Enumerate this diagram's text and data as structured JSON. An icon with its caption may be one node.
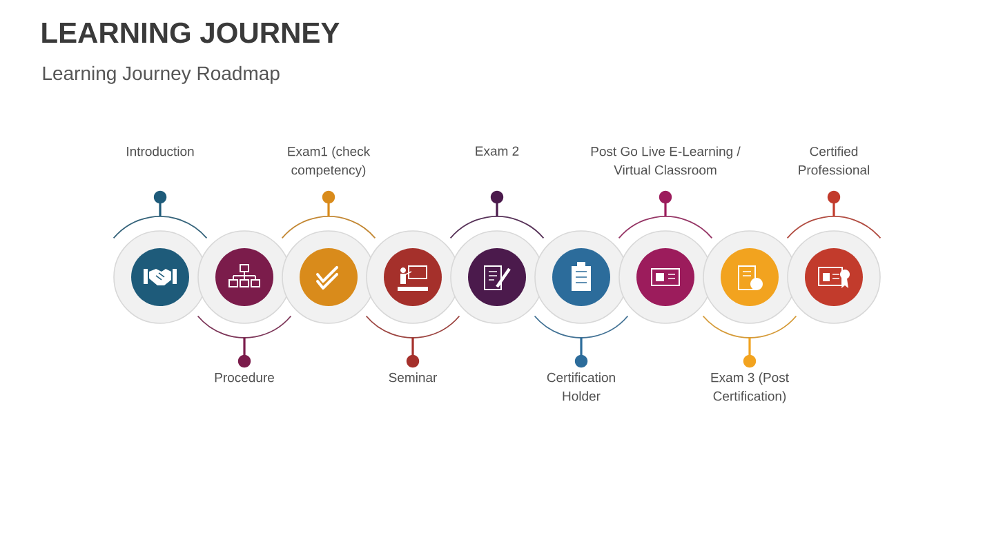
{
  "diagram": {
    "title": "LEARNING JOURNEY",
    "nodes": [
      {
        "text": [
          "Introduction"
        ]
      },
      {
        "text": [
          "Procedure"
        ]
      },
      {
        "text": [
          "Exam1 (check competency)"
        ]
      },
      {
        "text": [
          "Seminar"
        ]
      },
      {
        "text": [
          "Exam 2"
        ]
      },
      {
        "text": [
          "Certification Holder"
        ]
      },
      {
        "text": [
          "Post Go Live E-Learning / Virtual Classroom"
        ]
      },
      {
        "text": [
          "Exam 3 (Post Certification)"
        ]
      },
      {
        "text": [
          "Certified Professional"
        ]
      }
    ],
    "labels": [
      "Learning Journey Roadmap"
    ]
  }
}
